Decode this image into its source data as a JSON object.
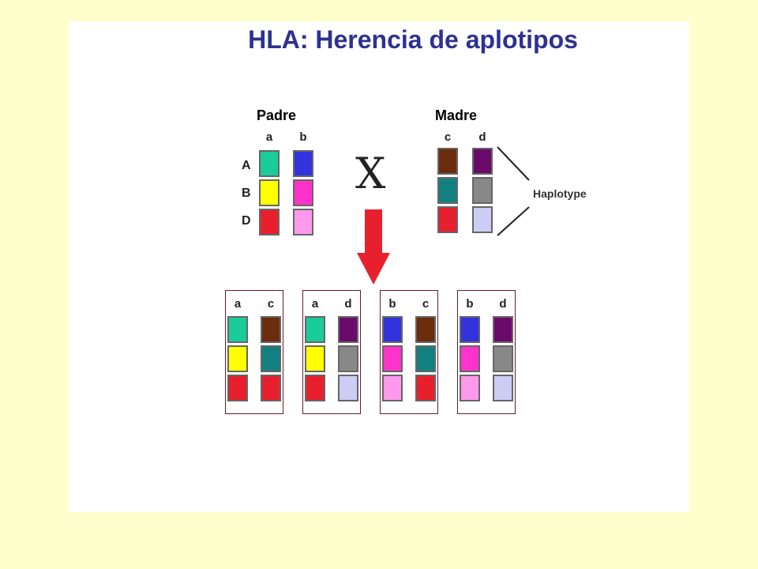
{
  "title": "HLA: Herencia de aplotipos",
  "parents": {
    "father": {
      "label": "Padre",
      "row_labels": [
        "A",
        "B",
        "D"
      ],
      "haplotypes": [
        {
          "name": "a",
          "colors": [
            "#1ACC9A",
            "#FFFF00",
            "#E8202E"
          ]
        },
        {
          "name": "b",
          "colors": [
            "#3333DD",
            "#FF33CC",
            "#FF99EE"
          ]
        }
      ]
    },
    "mother": {
      "label": "Madre",
      "haplotypes": [
        {
          "name": "c",
          "colors": [
            "#6B2D0C",
            "#128080",
            "#E8202E"
          ]
        },
        {
          "name": "d",
          "colors": [
            "#6A0A6A",
            "#888888",
            "#CCCCF5"
          ]
        }
      ]
    }
  },
  "cross_symbol": "X",
  "haplotype_label": "Haplotype",
  "children": [
    {
      "left": "a",
      "right": "c"
    },
    {
      "left": "a",
      "right": "d"
    },
    {
      "left": "b",
      "right": "c"
    },
    {
      "left": "b",
      "right": "d"
    }
  ],
  "colors": {
    "title": "#2E3192",
    "arrow": "#E8202E",
    "child_border": "#6A1B2A",
    "background": "#FFFFCC"
  }
}
